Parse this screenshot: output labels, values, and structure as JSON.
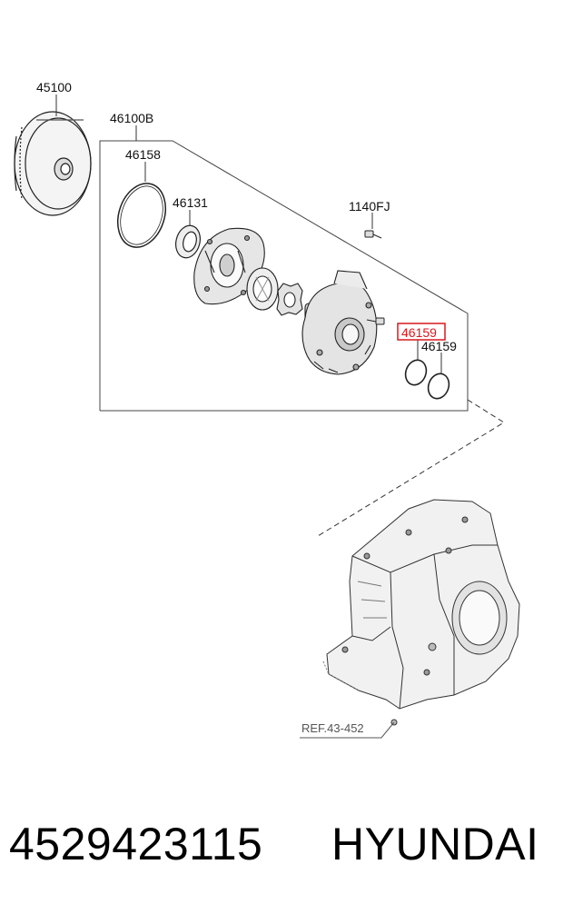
{
  "diagram": {
    "labels": {
      "l45100": "45100",
      "l46100b": "46100B",
      "l46158": "46158",
      "l46131": "46131",
      "l1140fj": "1140FJ",
      "l46159_highlight": "46159",
      "l46159": "46159",
      "ref": "REF.43-452"
    },
    "highlight_color": "#d8181f"
  },
  "footer": {
    "part_number": "4529423115",
    "brand": "HYUNDAI"
  }
}
